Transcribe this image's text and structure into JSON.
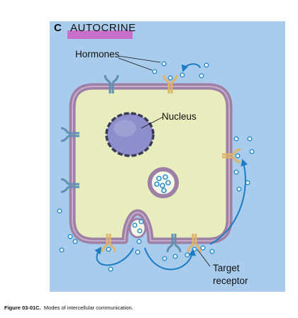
{
  "panel": {
    "letter": "C",
    "title": "AUTOCRINE",
    "accent_color": "#c86fc9",
    "background_color": "#a9ccec"
  },
  "labels": {
    "hormones": "Hormones",
    "nucleus": "Nucleus",
    "target_receptor_line1": "Target",
    "target_receptor_line2": "receptor"
  },
  "caption": {
    "figure_number": "Figure 03-01C.",
    "text": "Modes of intercellular communication."
  },
  "colors": {
    "cell_membrane": "#9e7fa6",
    "cytoplasm": "#e7edbd",
    "nucleus": "#8d8ecb",
    "hormone": "#2a8fd0",
    "arrow": "#1a7cc4",
    "receptor_active": "#e0b467",
    "receptor_inactive": "#5f8fb3"
  }
}
